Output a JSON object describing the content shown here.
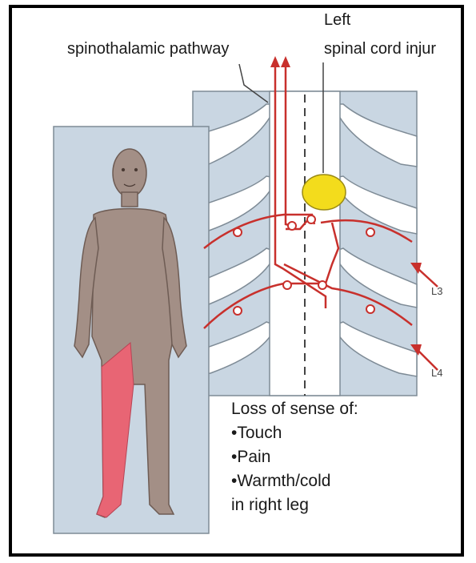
{
  "labels": {
    "pathway": "spinothalamic pathway",
    "left_line1": "Left",
    "left_line2": "spinal cord injur",
    "l3": "L3",
    "l4": "L4"
  },
  "loss": {
    "heading": "Loss of sense of:",
    "items": [
      "•Touch",
      "•Pain",
      "•Warmth/cold"
    ],
    "footer": "in right leg"
  },
  "colors": {
    "panel_blue": "#c9d6e2",
    "skin": "#a38f86",
    "affected_leg": "#e86574",
    "lesion": "#f3dc1c",
    "nerve": "#c8302c"
  }
}
